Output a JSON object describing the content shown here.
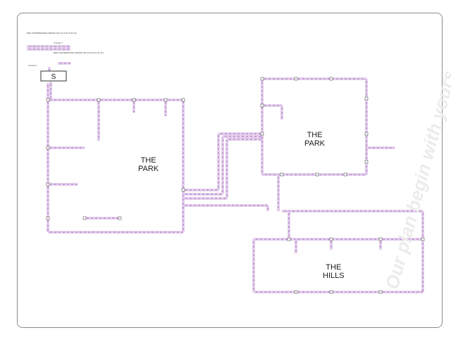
{
  "colors": {
    "network": "#c8a0d8",
    "network_dash": "#e0c4ea",
    "line": "#555555",
    "frame": "#8a8a8a",
    "watermark": "#ececec"
  },
  "source": {
    "box_letter": "S",
    "feed_text_1": "RED SUBTERRÁNEA DESDE S/E 4A 13.8 kV 3F 4H",
    "feed_text_2": "RED SUBTERRÁNEA DESDE S/E 4A 13.8 kV 3F 4H",
    "circuit_1": "Circuito 1",
    "circuit_2": "Circuito 2"
  },
  "areas": [
    {
      "id": "park-west",
      "line1": "THE",
      "line2": "PARK"
    },
    {
      "id": "park-east",
      "line1": "THE",
      "line2": "PARK"
    },
    {
      "id": "hills",
      "line1": "THE",
      "line2": "HILLS"
    }
  ],
  "slogan": "Our plan begin with yours"
}
